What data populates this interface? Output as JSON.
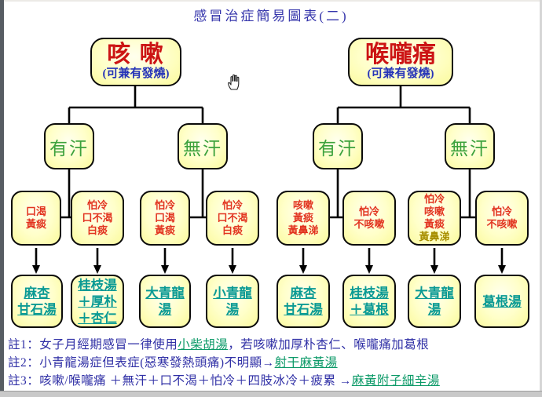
{
  "title": "感冒治症簡易圖表(二)",
  "tree": {
    "roots": [
      {
        "title": "咳 嗽",
        "subtitle": "(可兼有發燒)"
      },
      {
        "title": "喉嚨痛",
        "subtitle": "(可兼有發燒)"
      }
    ],
    "branches": [
      {
        "label": "有汗"
      },
      {
        "label": "無汗"
      },
      {
        "label": "有汗"
      },
      {
        "label": "無汗"
      }
    ],
    "symptoms": [
      {
        "lines": [
          "口渴",
          "黃痰"
        ]
      },
      {
        "lines": [
          "怕冷",
          "口不渴",
          "白痰"
        ]
      },
      {
        "lines": [
          "怕冷",
          "口渴",
          "黃痰"
        ]
      },
      {
        "lines": [
          "怕冷",
          "口不渴",
          "白痰"
        ]
      },
      {
        "lines": [
          "咳嗽",
          "黃痰",
          "黃鼻涕"
        ]
      },
      {
        "lines": [
          "怕冷",
          "不咳嗽"
        ]
      },
      {
        "lines": [
          "怕冷",
          "咳嗽",
          "黃痰",
          "黃鼻涕"
        ]
      },
      {
        "lines": [
          "怕冷",
          "不咳嗽"
        ]
      }
    ],
    "treatments": [
      {
        "lines": [
          "麻杏",
          "甘石湯"
        ]
      },
      {
        "lines": [
          "桂枝湯",
          "＋厚朴",
          "＋杏仁"
        ]
      },
      {
        "lines": [
          "大青龍",
          "湯"
        ]
      },
      {
        "lines": [
          "小青龍",
          "湯"
        ]
      },
      {
        "lines": [
          "麻杏",
          "甘石湯"
        ]
      },
      {
        "lines": [
          "桂枝湯",
          "＋葛根"
        ]
      },
      {
        "lines": [
          "大青龍",
          "湯"
        ]
      },
      {
        "lines": [
          "葛根湯"
        ]
      }
    ]
  },
  "notes": [
    {
      "label": "註1：",
      "before": "女子月經期感冒一律使用",
      "link": "小柴胡湯",
      "after": "，若咳嗽加厚朴杏仁、喉嚨痛加葛根"
    },
    {
      "label": "註2：",
      "before": "小青龍湯症但表症(惡寒發熱頭痛)不明顯→",
      "link": "射干麻黃湯",
      "after": ""
    },
    {
      "label": "註3：",
      "before": "咳嗽/喉嚨痛 ＋無汗＋口不渴＋怕冷＋四肢冰冷＋疲累 →",
      "link": "麻黃附子細辛湯",
      "after": ""
    }
  ],
  "icons": {
    "cursor": "hand-cursor"
  },
  "colors": {
    "title_text": "#3434ab",
    "root_text": "#cc1414",
    "subtitle_text": "#2634b8",
    "branch_text": "#3da23d",
    "symptom_text": "#e23420",
    "symptom_highlight": "#a88f00",
    "treatment_text": "#0a9a94",
    "note_text": "#3030a6",
    "note_link": "#0c9a68",
    "box_fill": "#ffffc9",
    "box_border": "#0a0a0a"
  }
}
